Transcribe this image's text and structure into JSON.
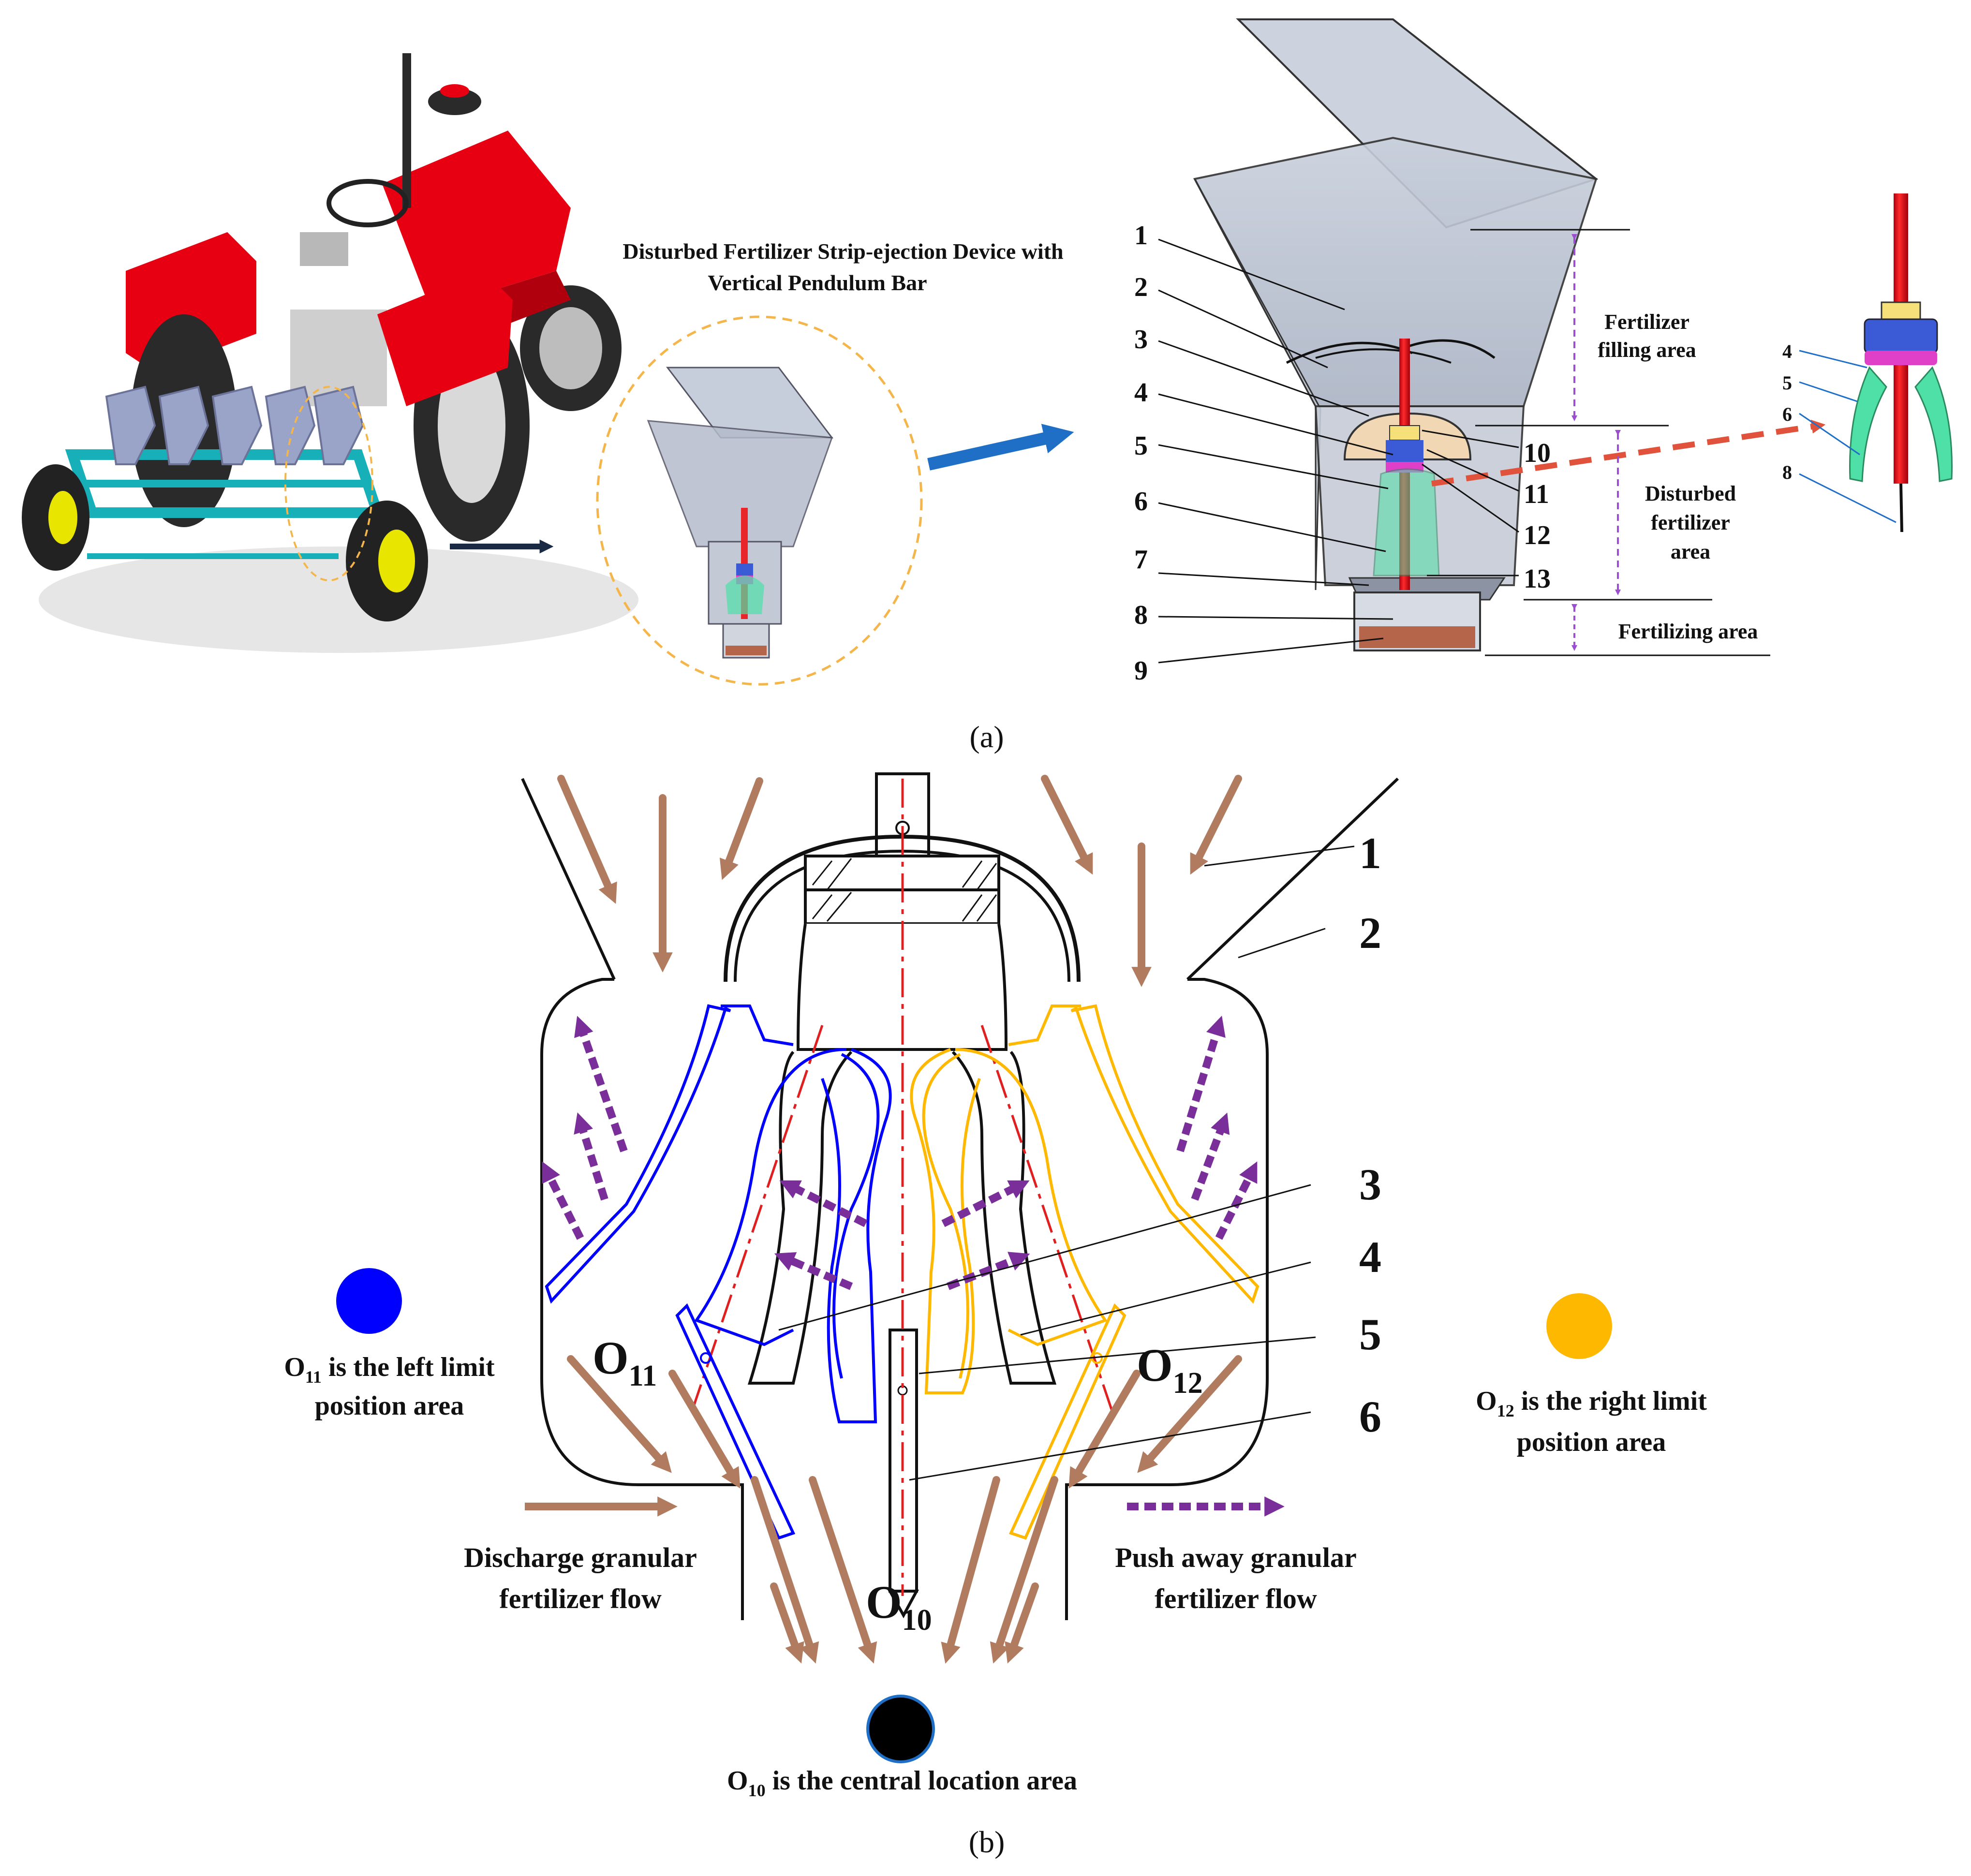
{
  "panel_a": {
    "device_title_line1": "Disturbed Fertilizer Strip-ejection Device with",
    "device_title_line2": "Vertical Pendulum Bar",
    "part_numbers_left": [
      "1",
      "2",
      "3",
      "4",
      "5",
      "6",
      "7",
      "8",
      "9"
    ],
    "part_numbers_right": [
      "10",
      "11",
      "12",
      "13"
    ],
    "zone_filling_line1": "Fertilizer",
    "zone_filling_line2": "filling area",
    "zone_disturbed_line1": "Disturbed",
    "zone_disturbed_line2": "fertilizer",
    "zone_disturbed_line3": "area",
    "zone_fertilizing": "Fertilizing area",
    "detail_numbers": [
      "4",
      "5",
      "6",
      "8"
    ],
    "caption": "(a)"
  },
  "panel_b": {
    "part_numbers": [
      "1",
      "2",
      "3",
      "4",
      "5",
      "6"
    ],
    "label_O11": "O",
    "label_O11_sub": "11",
    "label_O12": "O",
    "label_O12_sub": "12",
    "label_O10": "O",
    "label_O10_sub": "10",
    "legend_left_line1_a": "O",
    "legend_left_line1_sub": "11",
    "legend_left_line1_b": " is the left limit",
    "legend_left_line2": "position area",
    "legend_right_line1_a": "O",
    "legend_right_line1_sub": "12",
    "legend_right_line1_b": "  is the right limit",
    "legend_right_line2": "position area",
    "legend_center_a": "O",
    "legend_center_sub": "10",
    "legend_center_b": " is the central location area",
    "flow_discharge_line1": "Discharge granular",
    "flow_discharge_line2": "fertilizer flow",
    "flow_push_line1": "Push away granular",
    "flow_push_line2": "fertilizer flow",
    "caption": "(b)"
  },
  "colors": {
    "left_position": "#0000ff",
    "right_position": "#ffb800",
    "center_position": "#000000",
    "discharge_arrow": "#b07b5e",
    "push_arrow": "#7a2e9a",
    "axis_line": "#e02020",
    "tractor_body": "#e60012",
    "frame": "#17b0b8"
  }
}
